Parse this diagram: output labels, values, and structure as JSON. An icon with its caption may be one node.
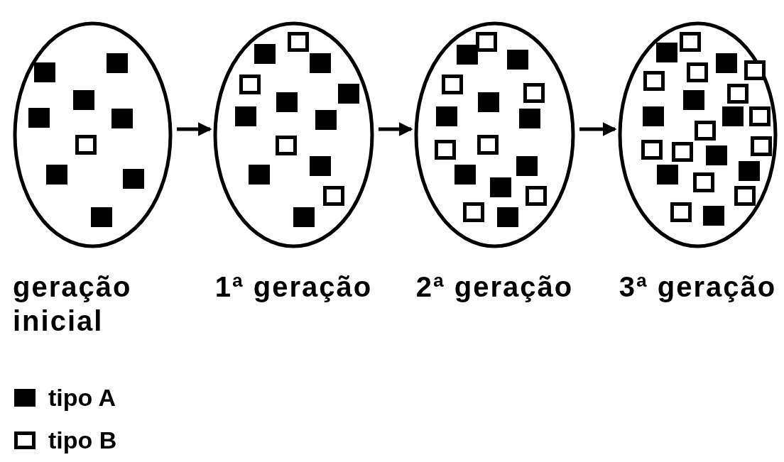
{
  "diagram": {
    "nodes": [
      {
        "text": [],
        "shape": "circle",
        "beside": [
          "geração inicial"
        ]
      },
      {
        "text": [],
        "shape": "circle",
        "beside": [
          "1ª geração"
        ]
      },
      {
        "text": [],
        "shape": "circle",
        "beside": [
          "2ª geração"
        ]
      },
      {
        "text": [],
        "shape": "circle",
        "beside": [
          "3ª geração"
        ]
      }
    ],
    "edges": [
      {
        "from": 0,
        "to": 1,
        "arrow": "to"
      },
      {
        "from": 1,
        "to": 2,
        "arrow": "to"
      },
      {
        "from": 2,
        "to": 3,
        "arrow": "to"
      }
    ],
    "legend": [
      {
        "text": "tipo A",
        "color": "#000000"
      },
      {
        "text": "tipo B"
      }
    ]
  }
}
